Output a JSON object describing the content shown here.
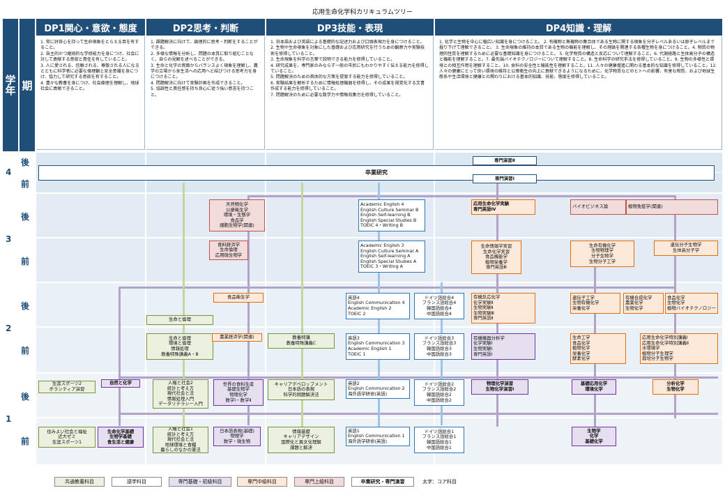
{
  "title": "応用生命化学科カリキュラムツリー",
  "header": {
    "year": "学年",
    "term": "期",
    "dp": [
      "DP1関心・意欲・態度",
      "DP2思考・判断",
      "DP3技能・表現",
      "DP4知識・理解"
    ]
  },
  "dp_desc": [
    "1. 常に好奇心を持って生命現象をとらえる目を有すること。\n2. 自主的かつ継続的な学修能力を身につけ、社会に対して貢献する意欲と責任を有していること。\n3. 人に愛される、信頼される、尊敬される人になるとともに科学者に必要な倫理観と安全意識を身につけ、協力して研究する意欲を有すること。\n4. 豊かな教養を身につけ、社会倫理を理解し、地球社会に貢献できること。",
    "1. 課題解決に向けて、論理的に思考・判断をすることができる。\n2. 多様な情報を分析し、問題の本質に取り組むことなく、自らの見解を述べることができる。\n3. 生命と化学の両面からバランスよく現象を理解し、農学の立場から食生活への応用へと結びつける思考力を身につけること。\n4. 問題解決に向けて実験計画を作成できること。\n5. 協調性と責任感を持ち良心に従う強い意志を持つこと。",
    "1. 日本語および英語による基礎的な記述力および口頭表現力を身につけること。\n2. 生物や生命現象を対象にした基礎および応用研究を行うための観察力や実験技術を修得していること。\n3. 生命現象を科学の言葉で説明できる能力を修得していること。\n4. 研究成果を、専門家のみならず一般の市民にもわかりやすく伝える能力を修得していること。\n5. 問題解決のための具体的な方策を提案する能力を修得していること。\n6. 実験結果を解析するために情報処理機器を修得し、その成果を視覚化する文書作成する能力を修得していること。\n7. 問題解決のために必要な数学力や情報収集力を修得していること。",
    "1. 化学と生物を中心に幅広い知識を身につけること。 2. 有機物と無機物の集合体である生物に関する現象を分子レベルあるいは原子レベルまで掘り下げて理解できること。 3. 生命現象の維持の本質である生物の機能を理解し、その理論を関連する各種生物を身につけること。4. 物質の物理的性質を理解するために必要な基礎知識を身につけること。 5. 化学物質の構造と反応について理解すること。6. 代謝経路と生体高分子の構造と機能を理解すること。7. 最先端バイオテクノロジーについて理解すること。8. 生命科学の研究手法を修得していること。9. 生物の多様性と環境との相互作用を理解すること。10. 食料の安全性と機能性を理解すること。11. 人々の健康増進に関わる基本的な知識を修得していること。12. 人々の健康にとって良い環境の維持と公衆衛生の向上に貢献できるようになるために、化学物質などのヒトへの影響、有害な物質、および地球生態系や生活環境と健康との関わりにおける基本的知識、技能、態度を修得していること。"
  ],
  "grades": [
    "1",
    "2",
    "3",
    "4"
  ],
  "terms": [
    "前",
    "後"
  ],
  "boxes": {
    "g4_research": "卒業研究",
    "g4_sem2": "専門演習Ⅱ",
    "g4_sem1": "専門演習Ⅰ",
    "dp1_1f_a": "住みよい社会と福祉\n近大ゼミ\n生涯スポーツ1",
    "dp1_1f_b": "生命化学基礎\n生物学基礎\n食生活と健康",
    "dp1_1b_a": "生涯スポーツ2\nボランティア演習",
    "dp1_1b_b": "自然と化学",
    "dp2_1f_a": "人権と社会1\n統計と考え方\n現代社会と法\n地球環境と食糧\n暮らしのなかの憲法",
    "dp2_1f_b": "日本語表現(基礎)\n物理学\n数学・微生物",
    "dp2_1b_a": "人権と社会2\n統計と考え方\n現代社会と法\n情報処理入門\nデータリテラシー入門",
    "dp2_1b_b": "世界の食料生産\n基礎生物学\n物理化学\n数学Ⅰ・数学Ⅱ",
    "dp2_2f_a": "生命と倫理\n環境と倫理\n情報処理\n教養特殊講義A・B",
    "dp2_2f_b": "農業経済学(関連)",
    "dp2_2b_a": "生命と倫理",
    "dp2_2b_b": "食品衛生学",
    "dp2_3f": "食料経済学\n生命倫理\n応用微生物学",
    "dp2_3b": "天然物化学\n公衆衛生学\n環境・生態学\n食品学\n細胞生物学(関連)",
    "dp3_1f_a": "情報基礎\nキャリアデザイン\n国際化と異文化理解\n課題と解決",
    "dp3_1b_a": "キャリアデベロップメント\n日本語の表現\n科学的問題解決法",
    "dp3_2f_a": "教養特講\n教養特殊講義C",
    "dp3_1f_b": "英語1\nEnglish Communication 1\n海外語学研修(英語)",
    "dp3_1f_c": "ドイツ語総合1\nフランス語総合1\n韓国語総合1\n中国語総合1",
    "dp3_1b_b": "英語2\nEnglish Communication 2\n海外語学研修(英語)",
    "dp3_1b_c": "ドイツ語総合2\nフランス語総合2\n韓国語総合2\n中国語総合2",
    "dp3_2f_b": "英語3\nEnglish Communication 3\nAcademic English 1\nTOEIC 1",
    "dp3_2f_c": "ドイツ語総合3\nフランス語総合3\n韓国語総合3\n中国語総合3",
    "dp3_2b_b": "英語4\nEnglish Communication 4\nAcademic English 2\nTOEIC 2",
    "dp3_2b_c": "ドイツ語総合4\nフランス語総合4\n韓国語総合4\n中国語総合4",
    "dp3_3f": "Academic English 3\nEnglish Culture Seminar A\nEnglish Self-learning A\nEnglish Special Studies A\nTOEIC 3・Writing A",
    "dp3_3b": "Academic English 4\nEnglish Culture Seminar B\nEnglish Self-learning B\nEnglish Special Studies B\nTOEIC 4・Writing B",
    "dp4_1f_a": "生物学\n化学\n基礎化学",
    "dp4_1b_a": "物理化学演習\n生物化学演習Ⅰ",
    "dp4_1b_b": "基礎応用化学\n環境化学",
    "dp4_1b_c": "分析化学\n生物化学",
    "dp4_2f_a": "有機機器分析学\n化学実験Ⅰ\n生物実験Ⅰ\n専門英語Ⅰ",
    "dp4_2f_b": "生命工学\n食品化学\n植物化学\n栄養化学\n酵素化学",
    "dp4_2f_c": "応用生命化学特別講義Ⅰ\n応用生命化学特別講義Ⅱ\n水環境学\n植物分子生理学\n栽培分子生物学",
    "dp4_2b_a": "有機反応化学\n化学実験Ⅱ\n生物実験Ⅱ\n生物実験Ⅲ\n専門英語Ⅱ",
    "dp4_2b_b": "遺伝子工学\n生物有機化学\n栄養化学",
    "dp4_2b_c": "有機合成化学\n農薬化学\n生物化学",
    "dp4_2b_d": "食品化学\n生物化学\n植物バイオテクノロジー",
    "dp4_3f_a": "生命情報学実習\n生命化学実習\n食品機能学\n植物栄養学\n専門英語Ⅲ",
    "dp4_3f_b": "生命有機化学\n生物物理学\n分子生物学\n生物分子工学",
    "dp4_3f_c": "遺伝分子生物学\n生体高分子学",
    "dp4_3b_a": "応用生命化学実験\n専門英語Ⅳ",
    "dp4_3b_b": "バイオビジネス論",
    "dp4_3b_c": "植物免疫学(関連)"
  },
  "legend": {
    "items": [
      "共通教養科目",
      "語学科目",
      "専門基礎・初級科目",
      "専門中級科目",
      "専門上級科目",
      "卒業研究・専門演習"
    ],
    "note": "太字：コア科目"
  },
  "colors": {
    "header": "#1f4e79",
    "green": "#76923c",
    "blue": "#2e75b6",
    "purple": "#7030a0",
    "orange": "#e36c09",
    "pink": "#c0504d",
    "flow": "#b3a2c7"
  }
}
